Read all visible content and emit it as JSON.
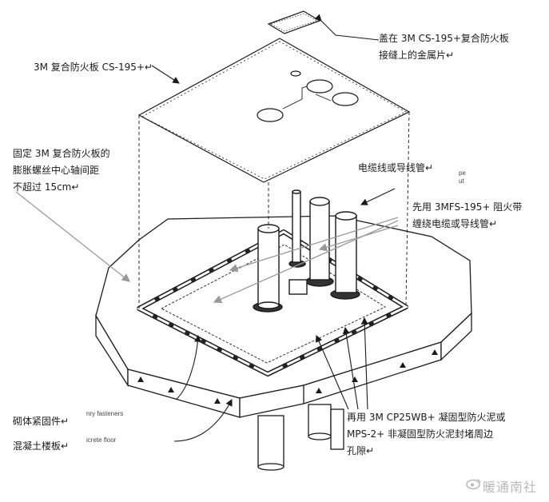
{
  "labels": {
    "cover_plate": "盖在 3M CS-195+复合防火板\n接缝上的金属片↵",
    "board": "3M 复合防火板 CS-195+↵",
    "fastener_spacing": "固定 3M 复合防火板的\n膨胀螺丝中心轴间距\n不超过 15cm↵",
    "cable": "电缆线或导线管↵",
    "wrap": "先用 3MFS-195+ 阻火带\n缠绕电缆或导线管↵",
    "masonry_fastener": "砌体紧固件↵",
    "concrete_floor": "混凝土楼板↵",
    "sealant": "再用 3M CP25WB+ 凝固型防火泥或\nMPS-2+ 非凝固型防火泥封堵周边\n孔隙↵"
  },
  "faint_labels": {
    "fasteners_en": "nry fasteners",
    "floor_en": "icrete floor",
    "side_a": "pe",
    "side_b": "ut"
  },
  "watermark": "暖通南社",
  "colors": {
    "line": "#1a1a1a",
    "gray_fill": "#bdbdbd",
    "watermark": "#b8b8b8"
  }
}
